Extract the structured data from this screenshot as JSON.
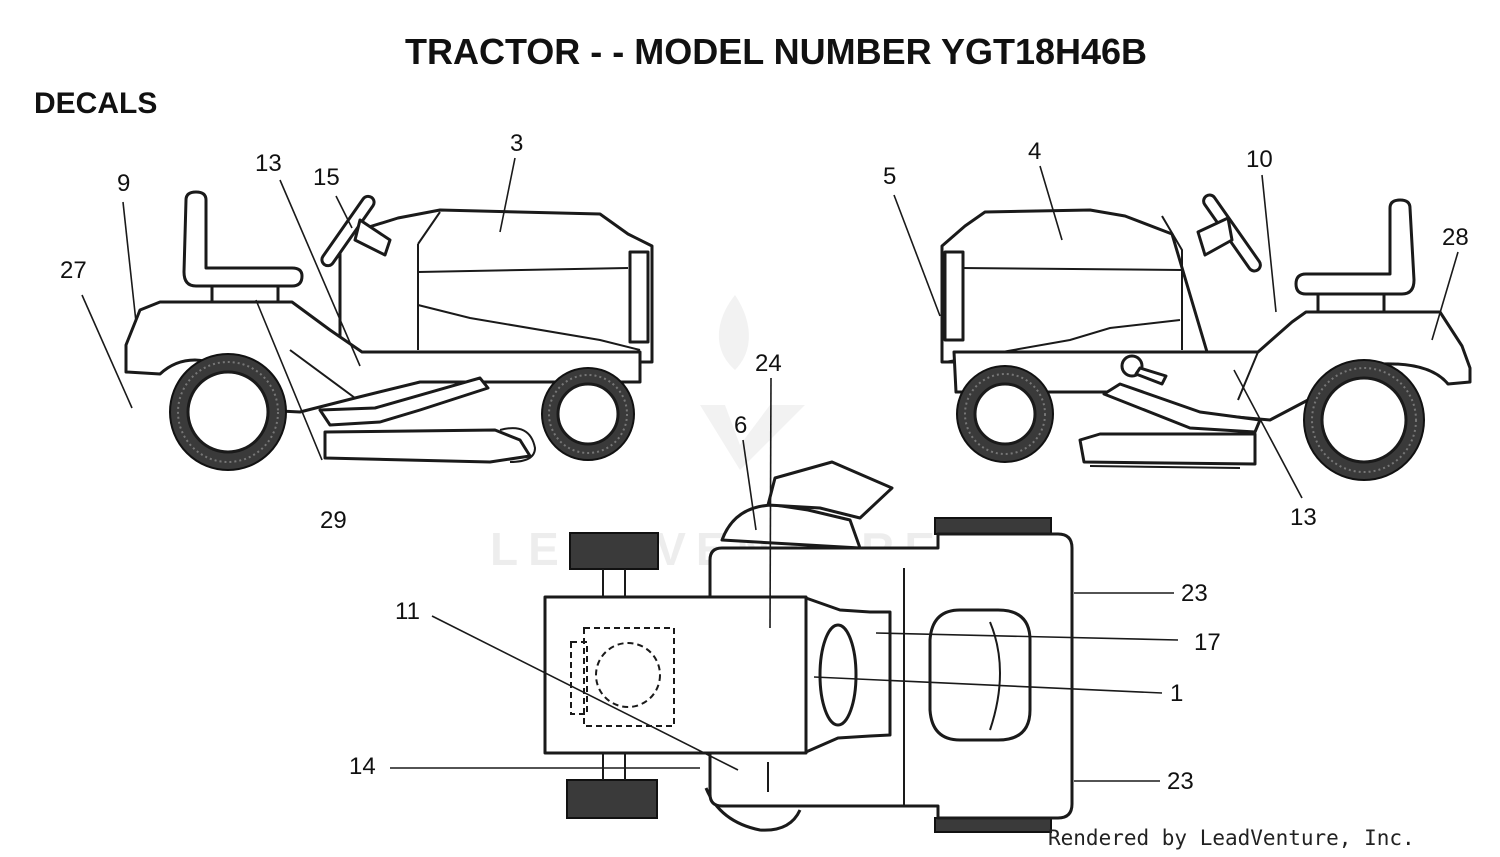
{
  "title": "TRACTOR - - MODEL NUMBER YGT18H46B",
  "section": "DECALS",
  "credit": "Rendered by LeadVenture, Inc.",
  "watermark": "LEADVENTURE",
  "callouts": {
    "c27": "27",
    "c9": "9",
    "c13a": "13",
    "c15": "15",
    "c3": "3",
    "c29": "29",
    "c5": "5",
    "c4": "4",
    "c10": "10",
    "c28": "28",
    "c13b": "13",
    "c24": "24",
    "c6": "6",
    "c11": "11",
    "c14": "14",
    "c23a": "23",
    "c17": "17",
    "c1": "1",
    "c23b": "23"
  },
  "colors": {
    "line": "#1a1a1a",
    "tire": "#3a3a3a",
    "background": "#ffffff"
  }
}
